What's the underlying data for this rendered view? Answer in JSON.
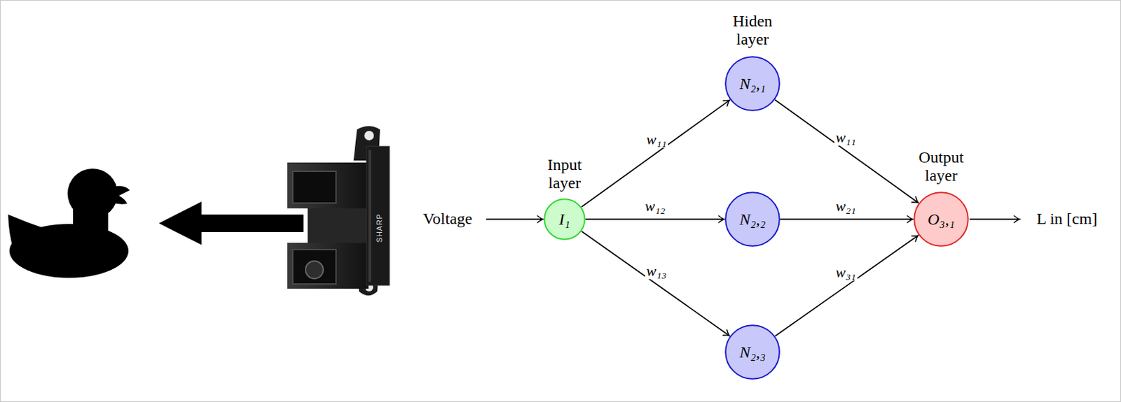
{
  "diagram": {
    "nodes": [
      {
        "text": [
          "Input layer",
          "I₁"
        ]
      },
      {
        "text": [
          "Hiden layer",
          "N₂,₁"
        ]
      },
      {
        "text": [
          "N₂,₂"
        ]
      },
      {
        "text": [
          "N₂,₃"
        ]
      },
      {
        "text": [
          "Output layer",
          "O₃,₁"
        ]
      }
    ],
    "edges": [
      {
        "from": 0,
        "to": 1,
        "label": "w₁₁",
        "arrow": "to"
      },
      {
        "from": 0,
        "to": 2,
        "label": "w₁₂",
        "arrow": "to"
      },
      {
        "from": 0,
        "to": 3,
        "label": "w₁₃",
        "arrow": "to"
      },
      {
        "from": 1,
        "to": 4,
        "label": "w₁₁",
        "arrow": "to"
      },
      {
        "from": 2,
        "to": 4,
        "label": "w₂₁",
        "arrow": "to"
      },
      {
        "from": 3,
        "to": 4,
        "label": "w₃₁",
        "arrow": "to"
      }
    ],
    "labels": [
      "Voltage",
      "L in [cm]",
      "SHARP"
    ]
  }
}
